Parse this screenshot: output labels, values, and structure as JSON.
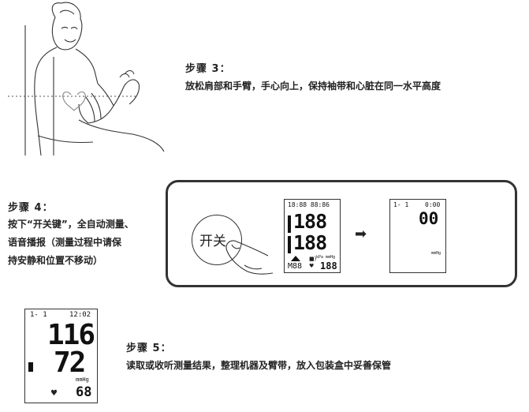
{
  "step3": {
    "title": "步骤 3：",
    "text": "放松肩部和手臂，手心向上，保持袖带和心脏在同一水平高度"
  },
  "step4": {
    "title": "步骤 4：",
    "lines": [
      "按下“开关键”，全自动测量、",
      "语音播报（测量过程中请保",
      "持安静和位置不移动）"
    ],
    "button_label": "开关",
    "arrow": "➡",
    "monitor_full": {
      "top_row": "18:88 88:86",
      "sys": "188",
      "dia": "188",
      "kpa": "kPa",
      "mmhg": "mmHg",
      "mem": "M88",
      "pulse": "188"
    },
    "monitor_zero": {
      "date": "1-  1",
      "time": "0:00",
      "value": "00",
      "unit": "mmHg"
    }
  },
  "step5": {
    "title": "步骤 5：",
    "text": "读取或收听测量结果，整理机器及臂带，放入包装盒中妥善保管",
    "monitor_result": {
      "date": "1-  1",
      "time": "12:02",
      "sys": "116",
      "dia": "72",
      "unit": "mmHg",
      "pulse": "68"
    }
  }
}
